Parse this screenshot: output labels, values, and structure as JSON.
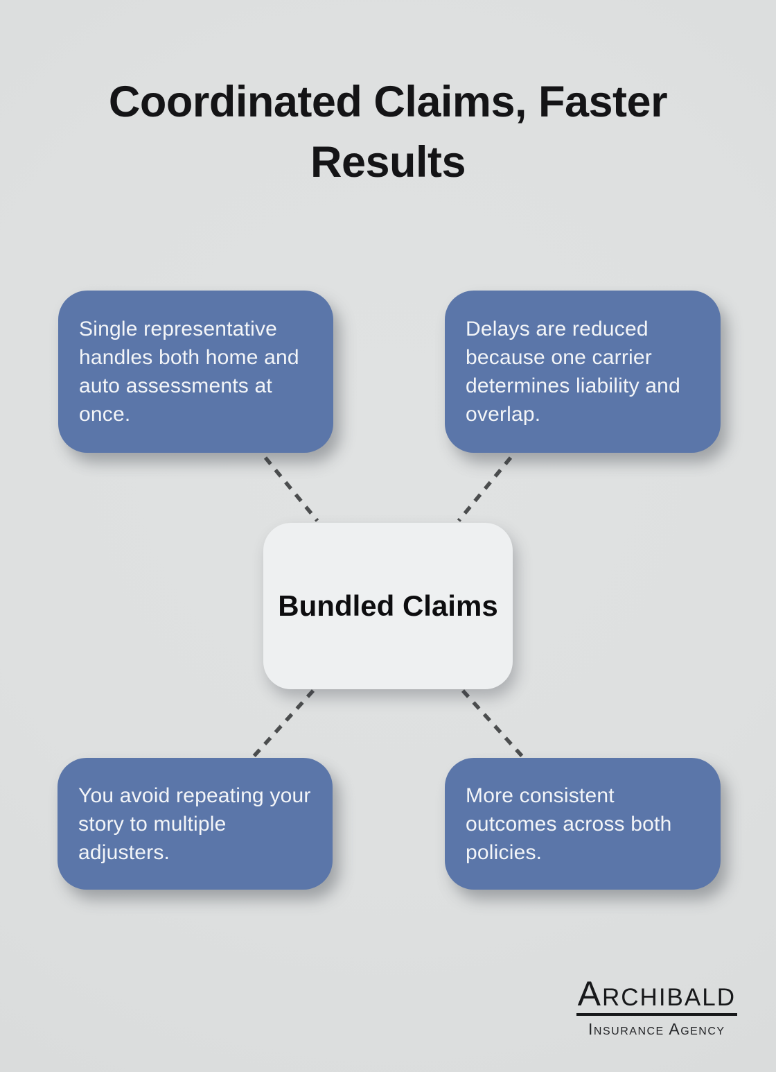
{
  "title": "Coordinated Claims, Faster Results",
  "center": {
    "label": "Bundled Claims"
  },
  "cards": [
    {
      "position": "top-left",
      "text": "Single representative handles both home and auto assessments at once."
    },
    {
      "position": "top-right",
      "text": "Delays are reduced because one carrier determines liability and overlap."
    },
    {
      "position": "bottom-left",
      "text": "You avoid repeating your story to multiple adjusters."
    },
    {
      "position": "bottom-right",
      "text": "More consistent outcomes across both policies."
    }
  ],
  "logo": {
    "name": "Archibald",
    "tagline": "Insurance Agency"
  },
  "colors": {
    "background": "#dee0e0",
    "card_blue": "#5b76a9",
    "card_text": "#f3f5f8",
    "center_box": "#eef0f1",
    "connector": "#4b4d4e",
    "title_text": "#141416",
    "logo_text": "#17181a"
  }
}
